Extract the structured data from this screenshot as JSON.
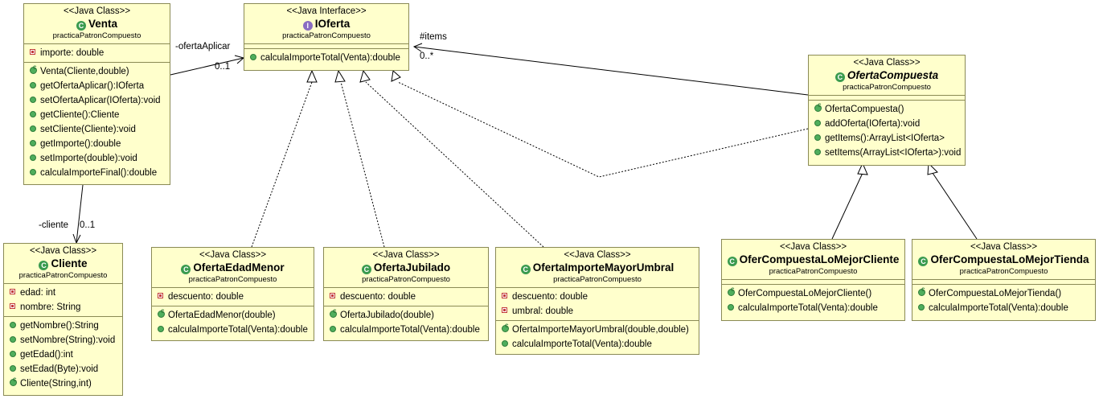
{
  "classes": {
    "venta": {
      "stereotype": "<<Java Class>>",
      "name": "Venta",
      "package": "practicaPatronCompuesto",
      "fields": [
        "importe: double"
      ],
      "methods": [
        "Venta(Cliente,double)",
        "getOfertaAplicar():IOferta",
        "setOfertaAplicar(IOferta):void",
        "getCliente():Cliente",
        "setCliente(Cliente):void",
        "getImporte():double",
        "setImporte(double):void",
        "calculaImporteFinal():double"
      ]
    },
    "ioferta": {
      "stereotype": "<<Java Interface>>",
      "name": "IOferta",
      "package": "practicaPatronCompuesto",
      "methods": [
        "calculaImporteTotal(Venta):double"
      ]
    },
    "ofertaCompuesta": {
      "stereotype": "<<Java Class>>",
      "name": "OfertaCompuesta",
      "package": "practicaPatronCompuesto",
      "methods": [
        "OfertaCompuesta()",
        "addOferta(IOferta):void",
        "getItems():ArrayList<IOferta>",
        "setItems(ArrayList<IOferta>):void"
      ]
    },
    "cliente": {
      "stereotype": "<<Java Class>>",
      "name": "Cliente",
      "package": "practicaPatronCompuesto",
      "fields": [
        "edad: int",
        "nombre: String"
      ],
      "methods": [
        "getNombre():String",
        "setNombre(String):void",
        "getEdad():int",
        "setEdad(Byte):void",
        "Cliente(String,int)"
      ]
    },
    "ofertaEdadMenor": {
      "stereotype": "<<Java Class>>",
      "name": "OfertaEdadMenor",
      "package": "practicaPatronCompuesto",
      "fields": [
        "descuento: double"
      ],
      "methods": [
        "OfertaEdadMenor(double)",
        "calculaImporteTotal(Venta):double"
      ]
    },
    "ofertaJubilado": {
      "stereotype": "<<Java Class>>",
      "name": "OfertaJubilado",
      "package": "practicaPatronCompuesto",
      "fields": [
        "descuento: double"
      ],
      "methods": [
        "OfertaJubilado(double)",
        "calculaImporteTotal(Venta):double"
      ]
    },
    "ofertaImporteMayorUmbral": {
      "stereotype": "<<Java Class>>",
      "name": "OfertaImporteMayorUmbral",
      "package": "practicaPatronCompuesto",
      "fields": [
        "descuento: double",
        "umbral: double"
      ],
      "methods": [
        "OfertaImporteMayorUmbral(double,double)",
        "calculaImporteTotal(Venta):double"
      ]
    },
    "loMejorCliente": {
      "stereotype": "<<Java Class>>",
      "name": "OferCompuestaLoMejorCliente",
      "package": "practicaPatronCompuesto",
      "methods": [
        "OferCompuestaLoMejorCliente()",
        "calculaImporteTotal(Venta):double"
      ]
    },
    "loMejorTienda": {
      "stereotype": "<<Java Class>>",
      "name": "OferCompuestaLoMejorTienda",
      "package": "practicaPatronCompuesto",
      "methods": [
        "OferCompuestaLoMejorTienda()",
        "calculaImporteTotal(Venta):double"
      ]
    }
  },
  "edge_labels": {
    "oferta_aplicar_role": "-ofertaAplicar",
    "oferta_aplicar_mult": "0..1",
    "items_role": "#items",
    "items_mult": "0..*",
    "cliente_role": "-cliente",
    "cliente_mult": "0..1"
  },
  "icons": {
    "class_badge": "class-c-icon",
    "interface_badge": "interface-i-icon",
    "public_method": "public-method-icon",
    "private_field": "private-field-icon",
    "constructor": "constructor-icon"
  }
}
